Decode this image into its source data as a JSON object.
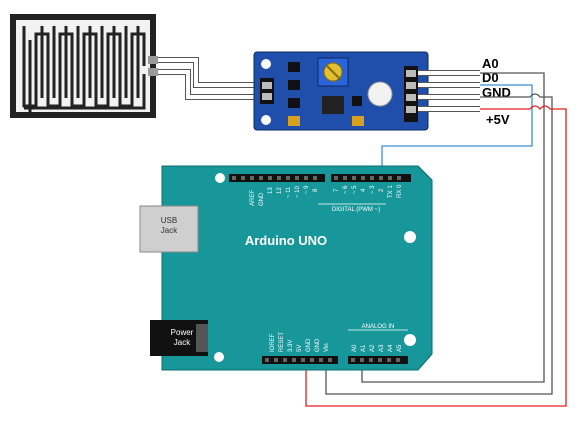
{
  "pins": {
    "a0": "A0",
    "d0": "D0",
    "gnd": "GND",
    "vcc": "+5V"
  },
  "board": {
    "title": "Arduino UNO",
    "usb": [
      "USB",
      "Jack"
    ],
    "power": [
      "Power",
      "Jack"
    ],
    "aref": "AREF",
    "gnd": "GND",
    "d13": "13",
    "d12": "12",
    "d11": "~ 11",
    "d10": "~ 10",
    "d9": "~ 9",
    "d8": "8",
    "d7": "7",
    "d6": "~ 6",
    "d5": "~ 5",
    "d4": "4",
    "d3": "~ 3",
    "d2": "2",
    "tx": "TX 1",
    "rx": "RX 0",
    "digital": "DIGITAL (PWM ~)",
    "ioref": "IOREF",
    "reset": "RESET",
    "v33": "3.3V",
    "v5": "5V",
    "gnd1": "GND",
    "gnd2": "GND",
    "vin": "Vin",
    "analog": "ANALOG IN",
    "a0": "A0",
    "a1": "A1",
    "a2": "A2",
    "a3": "A3",
    "a4": "A4",
    "a5": "A5"
  },
  "colors": {
    "board": "#17979a",
    "module": "#1f4faa",
    "wire_blue": "#3a8fd8",
    "wire_red": "#e02020",
    "wire_dark": "#444444"
  }
}
